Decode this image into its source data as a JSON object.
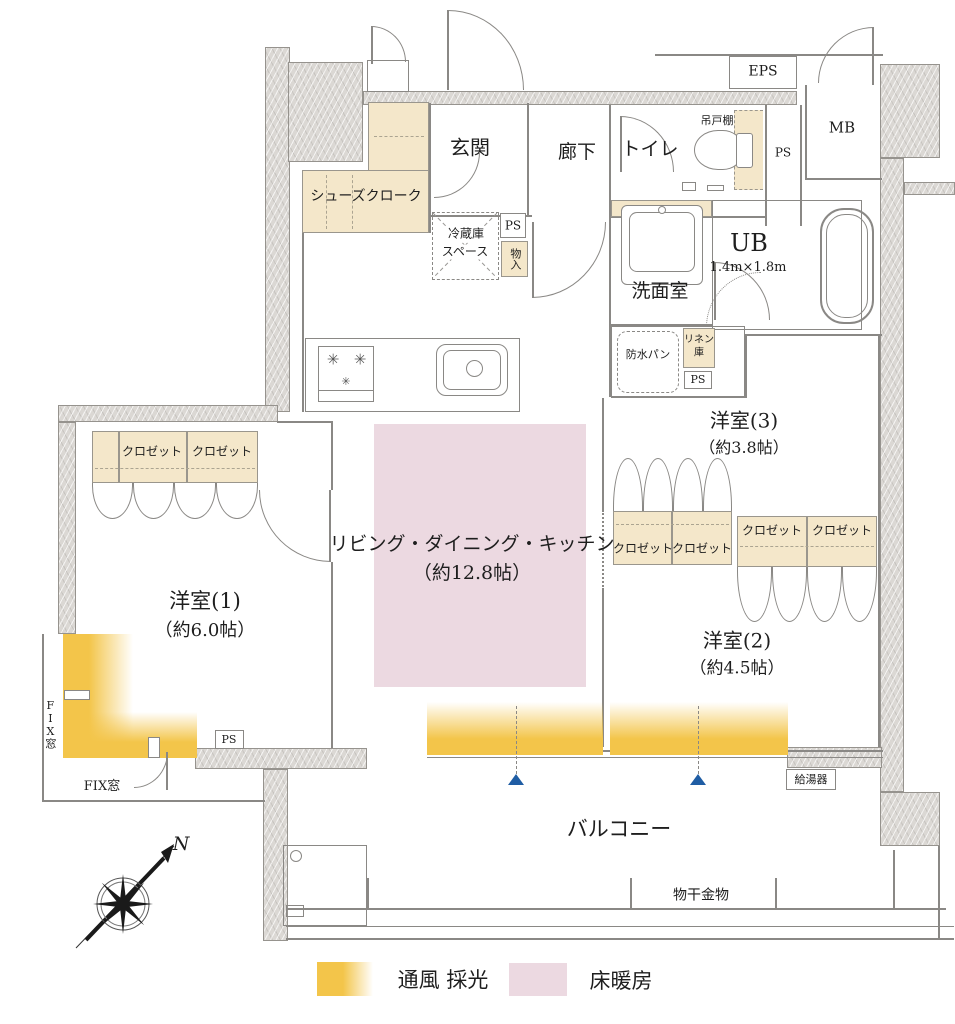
{
  "rooms": {
    "genkan": "玄関",
    "rouka": "廊下",
    "toilet": "トイレ",
    "shoes_cloak": "シューズクローク",
    "fridge": [
      "冷蔵庫",
      "スペース"
    ],
    "senmen": "洗面室",
    "ub": "UB",
    "ub_size": "1.4m×1.8m",
    "western3": "洋室(3)",
    "western3_size": "（約3.8帖）",
    "ldk": "リビング・ダイニング・キッチン",
    "ldk_size": "（約12.8帖）",
    "western1": "洋室(1)",
    "western1_size": "（約6.0帖）",
    "western2": "洋室(2)",
    "western2_size": "（約4.5帖）",
    "balcony": "バルコニー"
  },
  "fixtures": {
    "eps": "EPS",
    "mb": "MB",
    "ps": "PS",
    "hanging_cupboard": "吊戸棚",
    "storage": "物入",
    "waterproof_pan": "防水パン",
    "linen": "リネン庫",
    "closet": "クロゼット",
    "water_heater": "給湯器",
    "laundry_hardware": "物干金物",
    "fix_window": "FIX窓"
  },
  "legend": {
    "ventilation": "通風 採光",
    "floor_heating": "床暖房"
  },
  "compass": {
    "north": "N"
  },
  "colors": {
    "closet_fill": "#f4e7ca",
    "floor_heating_fill": "#ecd9e1",
    "window_yellow": "#f3c54a",
    "wall_gray": "#dbd8d4",
    "triangle_blue": "#1f5da4"
  }
}
